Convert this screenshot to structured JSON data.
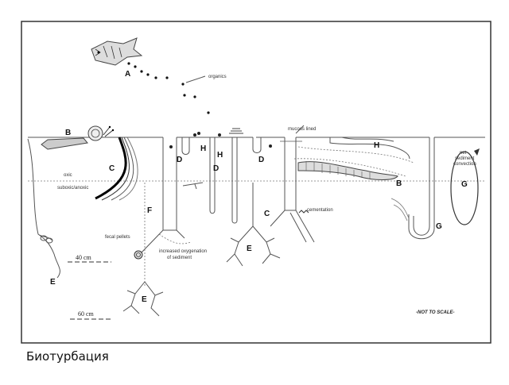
{
  "caption": "Биотурбация",
  "labels": {
    "A": "A",
    "B": "B",
    "C": "C",
    "D": "D",
    "E": "E",
    "F": "F",
    "G": "G",
    "H": "H"
  },
  "annotations": {
    "organics": "organics",
    "mucous_lined": "mucous lined",
    "oxic": "oxic",
    "suboxic_anoxic": "suboxic/anoxic",
    "cementation": "cementation",
    "fecal_pellets": "fecal pellets",
    "increased_oxygenation_1": "increased oxygenation",
    "increased_oxygenation_2": "of sediment",
    "net_sediment_1": "net",
    "net_sediment_2": "sediment",
    "net_sediment_3": "convection",
    "scale_40": "40 cm",
    "scale_60": "60 cm",
    "not_to_scale": "-NOT TO SCALE-"
  }
}
